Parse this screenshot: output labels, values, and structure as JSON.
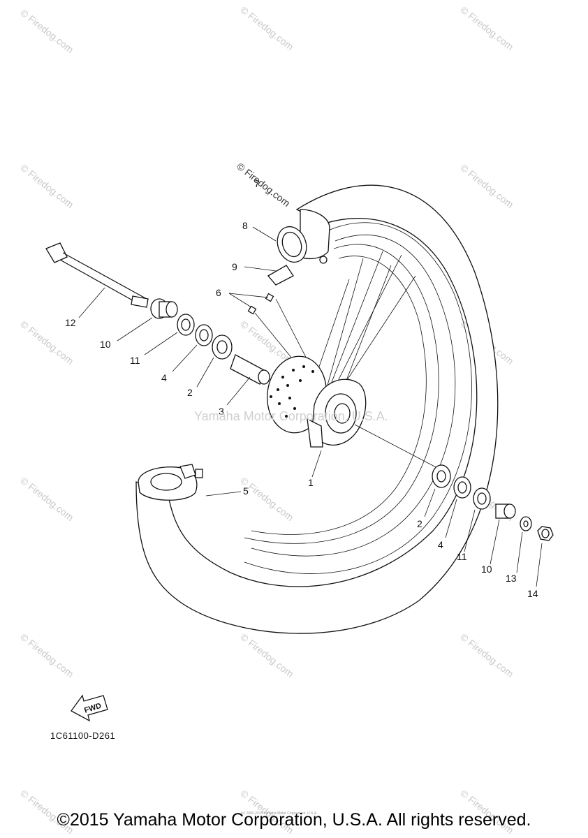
{
  "watermarks": {
    "tile_text": "© Firedog.com",
    "center_text": "Yamaha Motor Corporation, U.S.A.",
    "ink_text": "© Firedog.com"
  },
  "callouts": [
    {
      "id": "c1",
      "label": "1"
    },
    {
      "id": "c2a",
      "label": "2"
    },
    {
      "id": "c2b",
      "label": "2"
    },
    {
      "id": "c3",
      "label": "3"
    },
    {
      "id": "c4a",
      "label": "4"
    },
    {
      "id": "c4b",
      "label": "4"
    },
    {
      "id": "c5",
      "label": "5"
    },
    {
      "id": "c6",
      "label": "6"
    },
    {
      "id": "c7",
      "label": "7"
    },
    {
      "id": "c8",
      "label": "8"
    },
    {
      "id": "c9",
      "label": "9"
    },
    {
      "id": "c10a",
      "label": "10"
    },
    {
      "id": "c10b",
      "label": "10"
    },
    {
      "id": "c11a",
      "label": "11"
    },
    {
      "id": "c11b",
      "label": "11"
    },
    {
      "id": "c12",
      "label": "12"
    },
    {
      "id": "c13",
      "label": "13"
    },
    {
      "id": "c14",
      "label": "14"
    }
  ],
  "fwd_label": "FWD",
  "diagram_code": "1C61100-D261",
  "fine_print": "(c) 2000-2015 Yamaha Motor Corporation, U.S.A.",
  "copyright": "©2015 Yamaha Motor Corporation, U.S.A. All rights reserved."
}
